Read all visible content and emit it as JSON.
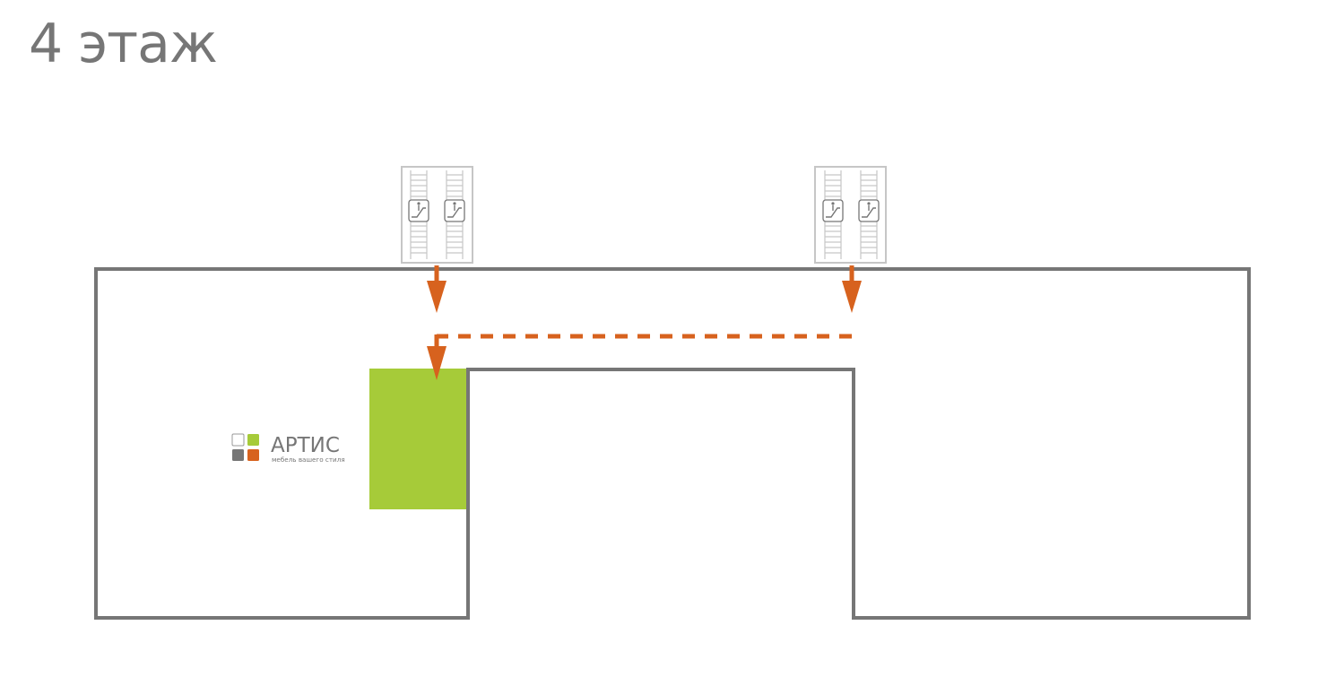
{
  "floor": {
    "title": "4 этаж"
  },
  "colors": {
    "wall": "#767676",
    "store_fill": "#a6cb39",
    "route": "#d7621e",
    "escalator": "#c6c6c6",
    "logo_white": "#ffffff",
    "logo_green": "#a6cb39",
    "logo_gray": "#767676",
    "logo_orange": "#d7621e"
  },
  "store": {
    "brand": "АРТИС",
    "tagline": "мебель вашего стиля"
  },
  "escalators": [
    {
      "name": "escalator-left",
      "icon": "escalator-icon"
    },
    {
      "name": "escalator-right",
      "icon": "escalator-icon"
    }
  ]
}
